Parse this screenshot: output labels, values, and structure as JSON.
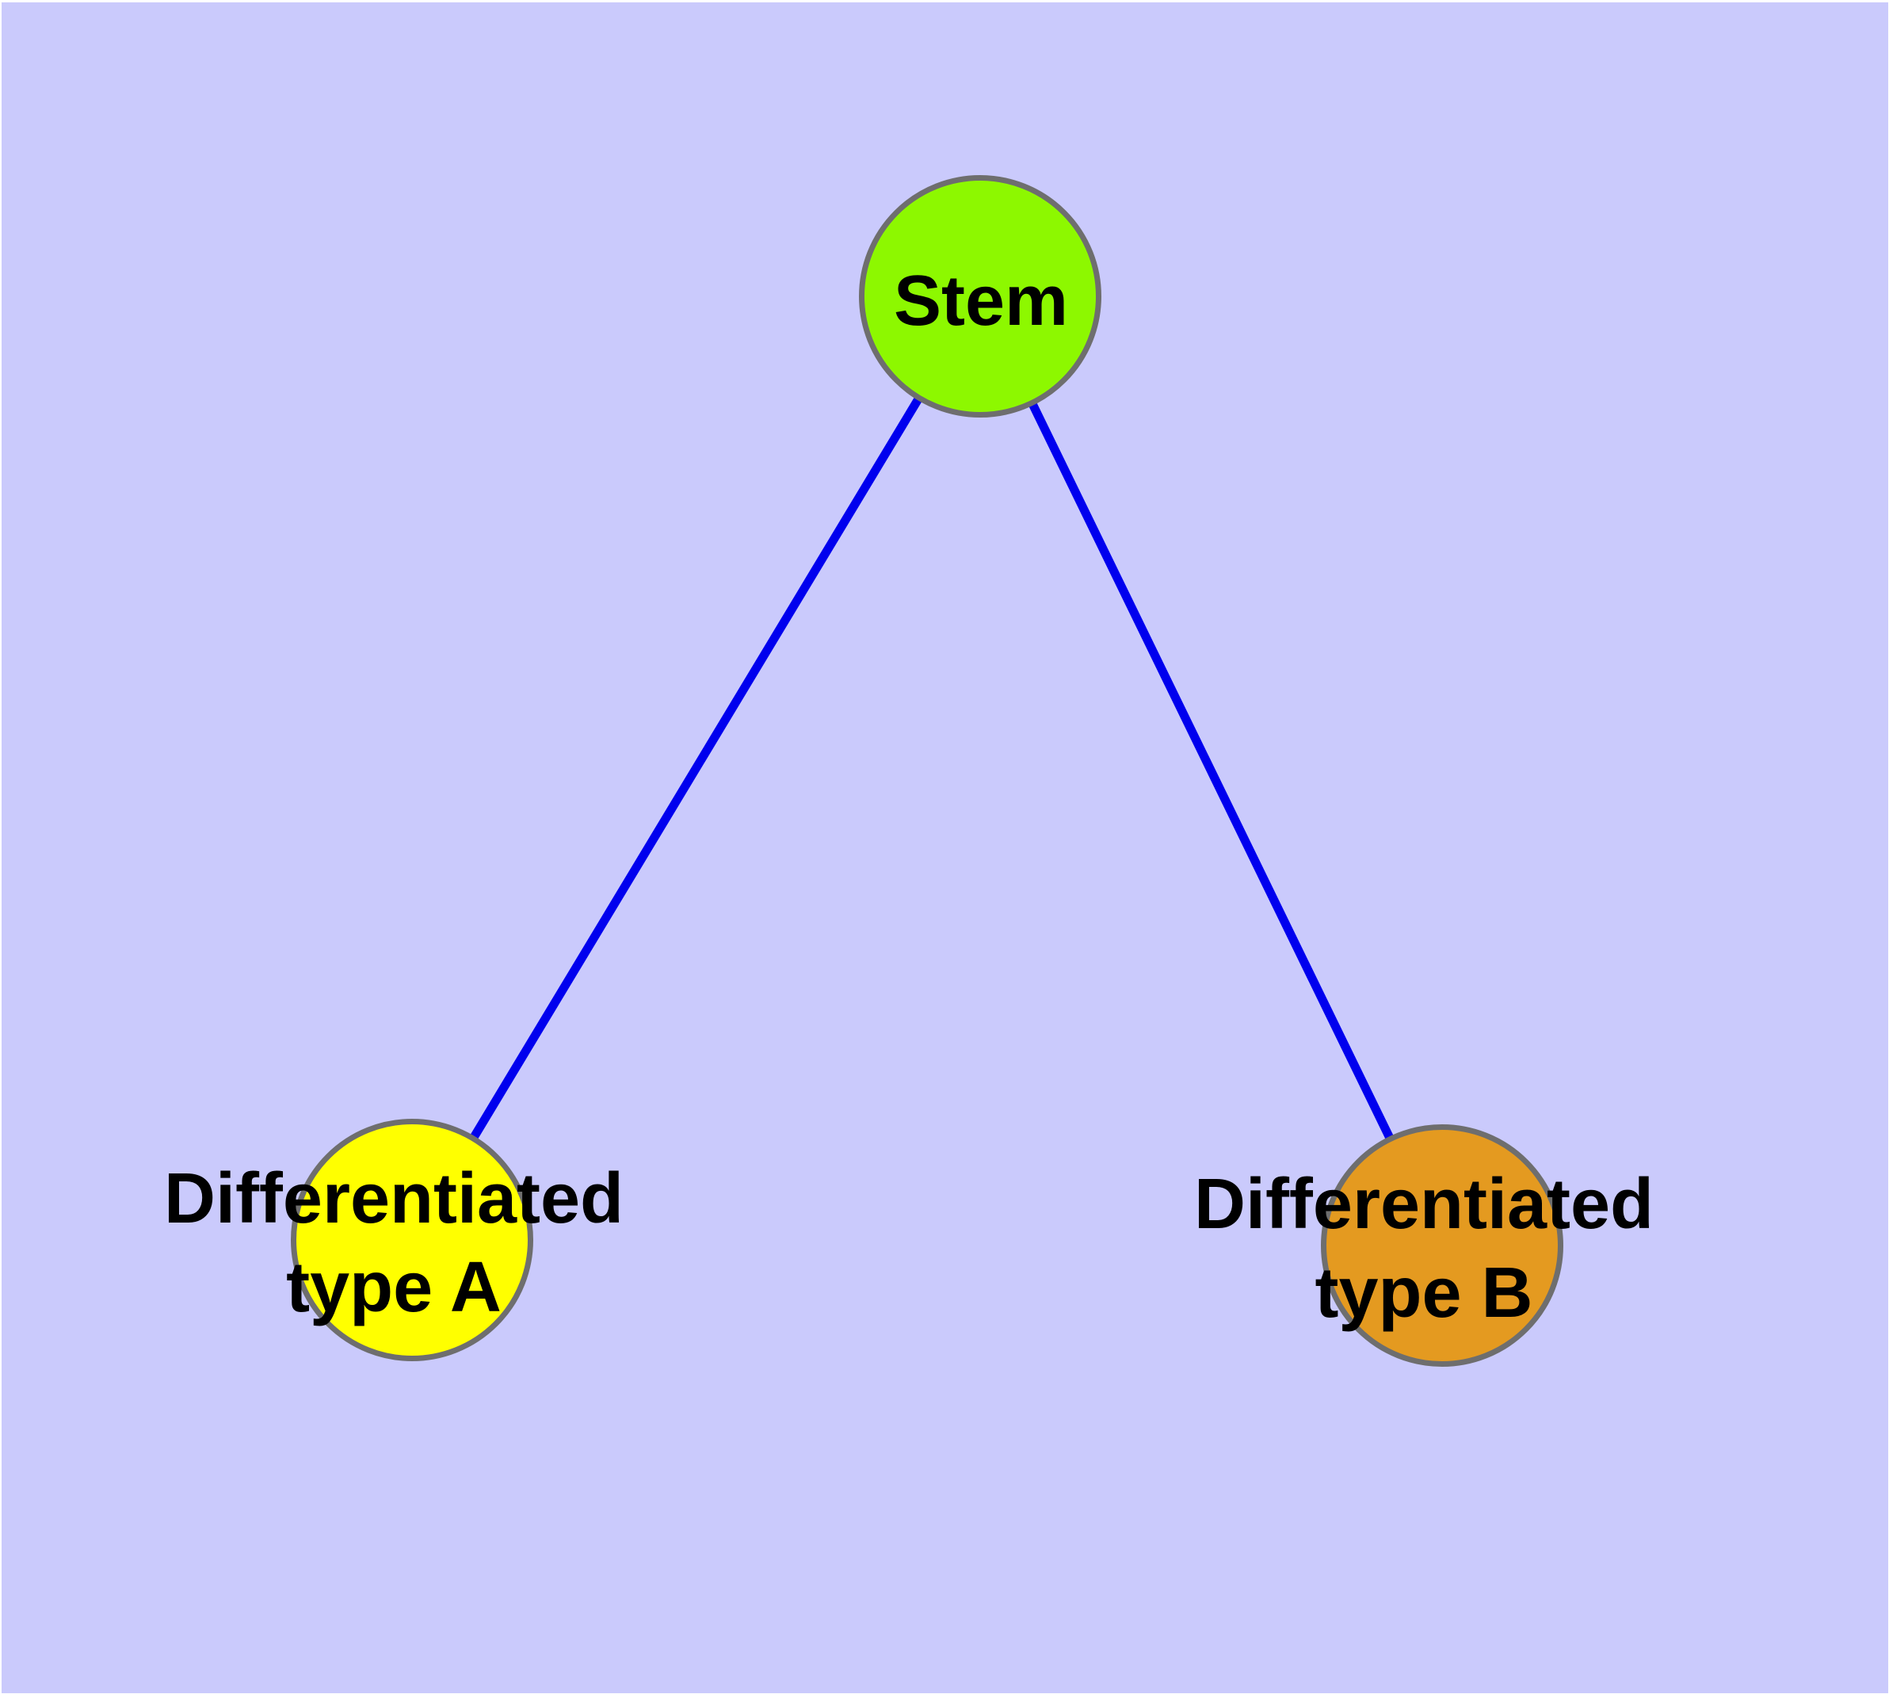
{
  "diagram": {
    "type": "node-link-graph",
    "nodes": {
      "stem": {
        "label": "Stem",
        "fill": "#8df800"
      },
      "type_a": {
        "label_line1": "Differentiated",
        "label_line2": "type A",
        "label_full": "Differentiated type A",
        "fill": "#ffff00"
      },
      "type_b": {
        "label_line1": "Differentiated",
        "label_line2": "type B",
        "label_full": "Differentiated type B",
        "fill": "#e49a20"
      }
    },
    "edges": [
      {
        "from": "stem",
        "to": "type_a"
      },
      {
        "from": "stem",
        "to": "type_b"
      }
    ]
  },
  "colors": {
    "background": "#cacafc",
    "frame": "#ffffff",
    "edge_line": "#0000ee",
    "node_border": "#6e6e6e",
    "label_text": "#000000"
  }
}
